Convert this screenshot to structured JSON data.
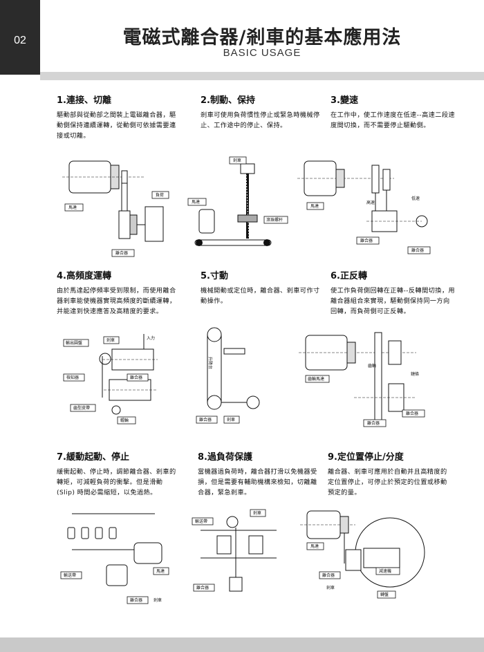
{
  "page": {
    "number": "02",
    "title": "電磁式離合器/剎車的基本應用法",
    "subtitle": "BASIC USAGE"
  },
  "sections": [
    {
      "title": "1.連接、切離",
      "text": "驅動部與從動部之間裝上電磁離合器，驅動側保持連續運轉，從動側可依據需要連接或切離。",
      "labels": {
        "motor": "馬達",
        "load": "負荷",
        "clutch": "離合器"
      }
    },
    {
      "title": "2.制動、保持",
      "text": "剎車可使用負荷慣性停止或緊急時機械停止、工作途中的停止、保持。",
      "labels": {
        "brake": "剎車",
        "motor": "馬達",
        "ballscrew": "滾珠螺杆"
      }
    },
    {
      "title": "3.變速",
      "text": "在工作中，使工作速度在低速--高速二段速度間切換，而不需要停止驅動側。",
      "labels": {
        "motor": "馬達",
        "high": "高速",
        "low": "低速",
        "clutch1": "離合器",
        "clutch2": "離合器"
      }
    },
    {
      "title": "4.高頻度運轉",
      "text": "由於馬達起停頻率受到限制，而使用離合器剎車能使機器實現高頻度的斷續運轉，并能達到快速應答及高精度的要求。",
      "labels": {
        "wheel": "輸出圓盤",
        "brake": "剎車",
        "input": "入力",
        "sensor": "檢知器",
        "clutch": "離合器",
        "belt": "齒型皮帶",
        "roller": "輥輪"
      }
    },
    {
      "title": "5.寸動",
      "text": "機械開動或定位時，離合器、剎車可作寸動操作。",
      "labels": {
        "lift": "升降台",
        "clutch": "離合器",
        "brake": "剎車"
      }
    },
    {
      "title": "6.正反轉",
      "text": "使工作負荷側回轉在正轉--反轉間切換，用離合器組合來實現，驅動側保持同一方向回轉，而負荷側可正反轉。",
      "labels": {
        "gearmotor": "齒輪馬達",
        "gear": "齒輪",
        "chain": "鏈條",
        "clutch1": "離合器",
        "clutch2": "離合器"
      }
    },
    {
      "title": "7.緩動起動、停止",
      "text": "緩衝起動、停止時，調節離合器、剎車的轉矩，可減輕負荷的衝擊。但是滑動 (Slip) 時間必需縮短，以免過熱。",
      "labels": {
        "conveyor": "輸送帶",
        "motor": "馬達",
        "clutch": "離合器",
        "brake": "剎車"
      }
    },
    {
      "title": "8.過負荷保護",
      "text": "當機器過負荷時，離合器打滑以免機器受損，但是需要有輔助機構來檢知，切離離合器，緊急剎車。",
      "labels": {
        "brake": "剎車",
        "conveyor": "輸送帶",
        "clutch": "離合器"
      }
    },
    {
      "title": "9.定位置停止/分度",
      "text": "離合器、剎車可應用於自動并且高精度的定位置停止，可停止於預定的位置或移動預定的量。",
      "labels": {
        "motor": "馬達",
        "reducer": "減速機",
        "clutch": "離合器",
        "brake": "剎車",
        "turntable": "轉盤"
      }
    }
  ]
}
